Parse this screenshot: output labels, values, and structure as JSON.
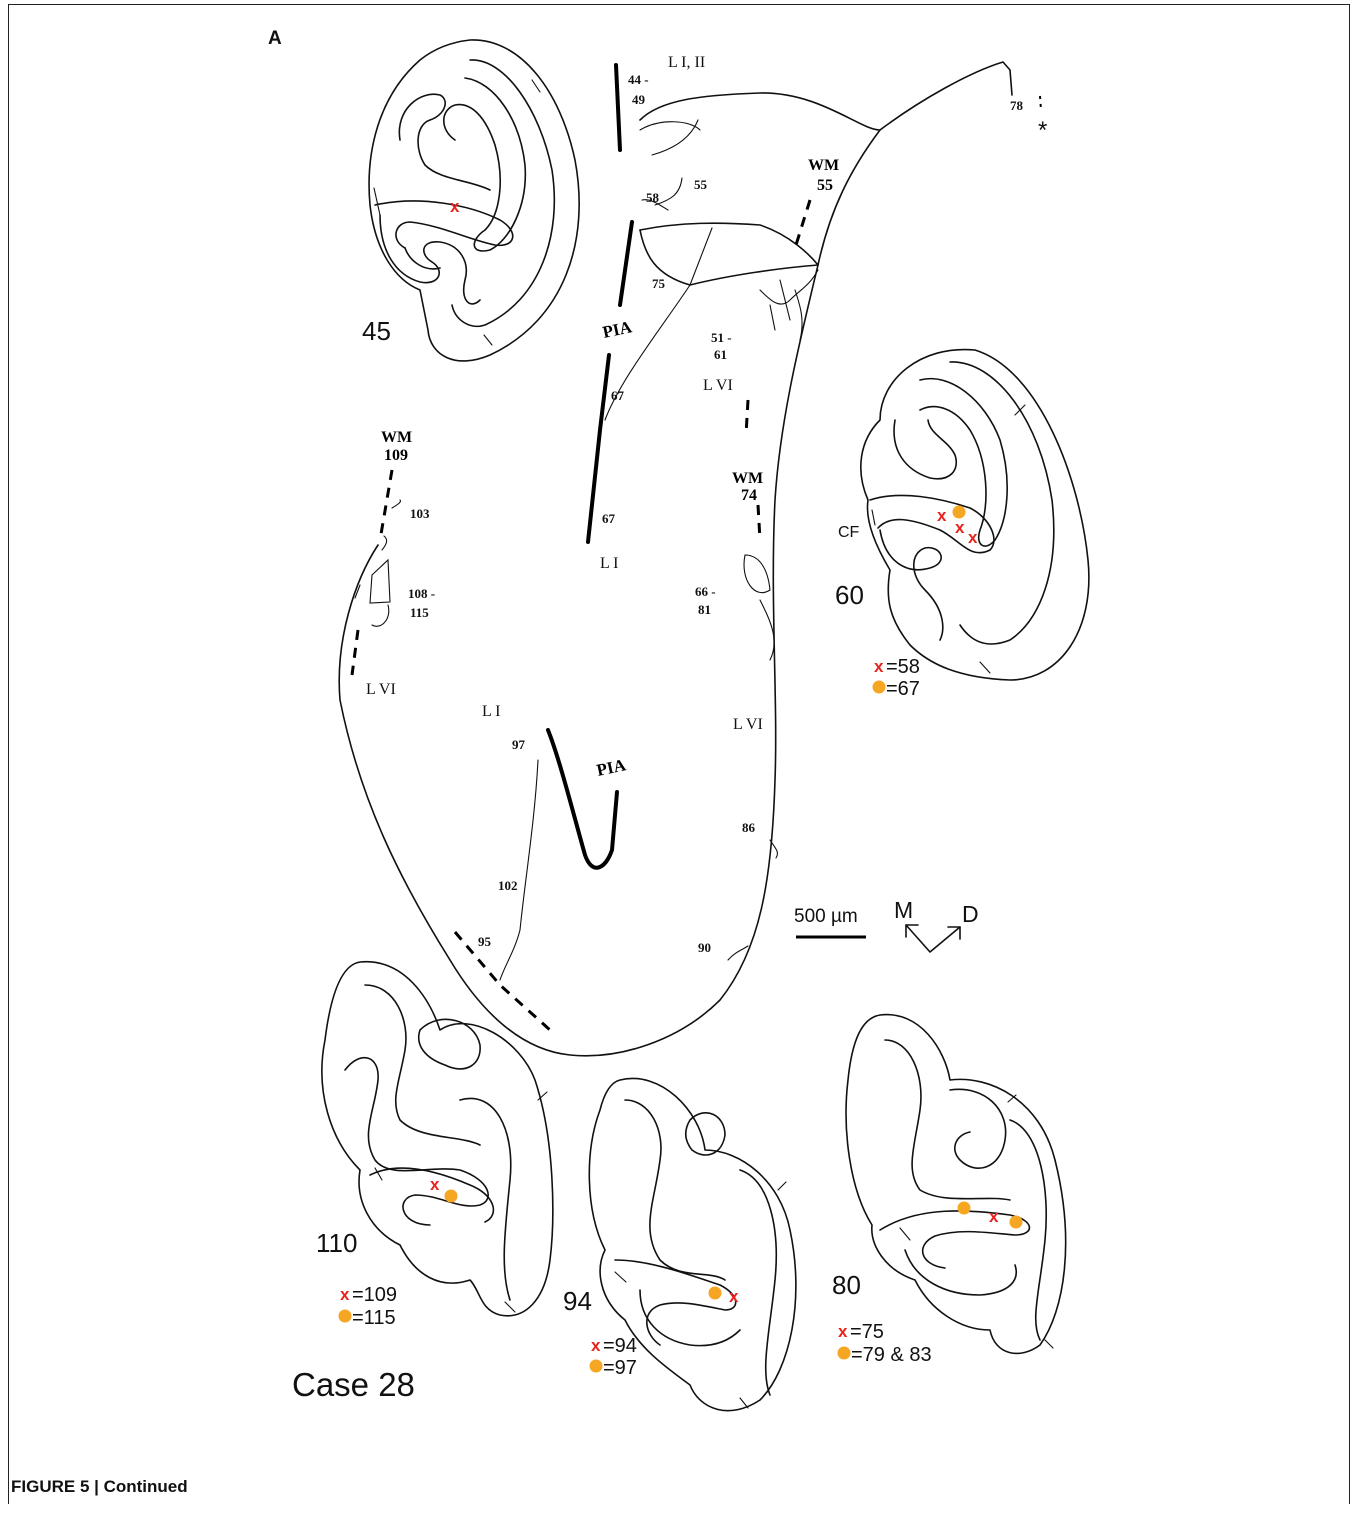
{
  "panel_label": "A",
  "caption": "FIGURE 5 | Continued",
  "case_label": "Case 28",
  "scale_bar": {
    "label": "500 µm"
  },
  "orientation": {
    "medial": "M",
    "dorsal": "D"
  },
  "colors": {
    "x_marker": "#e8231e",
    "dot_marker": "#f5a623",
    "line": "#111111"
  },
  "drawing_labels": {
    "l1_2": "L I, II",
    "n44_49a": "44 -",
    "n44_49b": "49",
    "n78": "78",
    "asterisk": "*",
    "wm55a": "WM",
    "wm55b": "55",
    "n58": "58",
    "n55": "55",
    "n75": "75",
    "pia_top": "PIA",
    "n51_61a": "51 -",
    "n51_61b": "61",
    "lvi_top": "L VI",
    "n67a": "67",
    "wm109a": "WM",
    "wm109b": "109",
    "wm74a": "WM",
    "wm74b": "74",
    "n103": "103",
    "n67b": "67",
    "li_mid": "L I",
    "n108_115a": "108 -",
    "n108_115b": "115",
    "n66_81a": "66 -",
    "n66_81b": "81",
    "lvi_left": "L VI",
    "li_low": "L I",
    "lvi_right": "L VI",
    "n97": "97",
    "pia_bottom": "PIA",
    "n86": "86",
    "n102": "102",
    "n95": "95",
    "n90": "90",
    "cf": "CF"
  },
  "sections": [
    {
      "id": "45",
      "number": "45",
      "legend": []
    },
    {
      "id": "60",
      "number": "60",
      "legend": [
        {
          "marker": "x",
          "text": "=58"
        },
        {
          "marker": "dot",
          "text": "=67"
        }
      ]
    },
    {
      "id": "110",
      "number": "110",
      "legend": [
        {
          "marker": "x",
          "text": "=109"
        },
        {
          "marker": "dot",
          "text": "=115"
        }
      ]
    },
    {
      "id": "94",
      "number": "94",
      "legend": [
        {
          "marker": "x",
          "text": "=94"
        },
        {
          "marker": "dot",
          "text": "=97"
        }
      ]
    },
    {
      "id": "80",
      "number": "80",
      "legend": [
        {
          "marker": "x",
          "text": "=75"
        },
        {
          "marker": "dot",
          "text": "=79 & 83"
        }
      ]
    }
  ],
  "marker_glyph": "x"
}
